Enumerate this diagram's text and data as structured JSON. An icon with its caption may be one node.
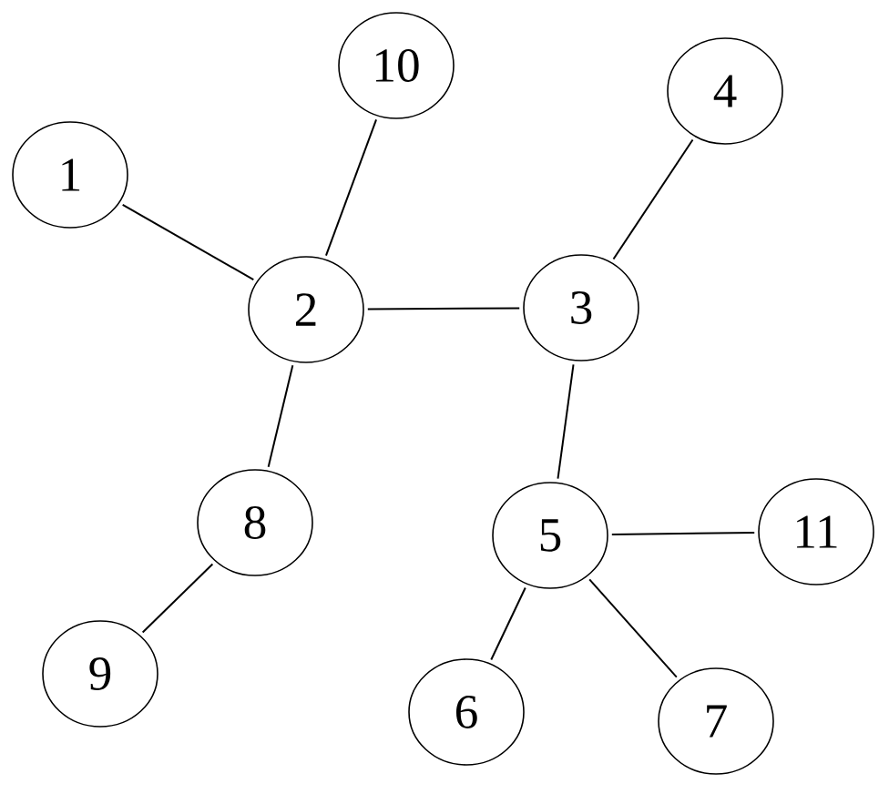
{
  "diagram": {
    "nodes": [
      {
        "text": [
          "10"
        ]
      },
      {
        "text": [
          "4"
        ]
      },
      {
        "text": [
          "1"
        ]
      },
      {
        "text": [
          "2"
        ]
      },
      {
        "text": [
          "3"
        ]
      },
      {
        "text": [
          "8"
        ]
      },
      {
        "text": [
          "5"
        ]
      },
      {
        "text": [
          "11"
        ]
      },
      {
        "text": [
          "9"
        ]
      },
      {
        "text": [
          "6"
        ]
      },
      {
        "text": [
          "7"
        ]
      }
    ],
    "edges": [
      {
        "from": 2,
        "to": 3,
        "arrow": "none"
      },
      {
        "from": 0,
        "to": 3,
        "arrow": "none"
      },
      {
        "from": 3,
        "to": 4,
        "arrow": "none"
      },
      {
        "from": 1,
        "to": 4,
        "arrow": "none"
      },
      {
        "from": 3,
        "to": 5,
        "arrow": "none"
      },
      {
        "from": 4,
        "to": 6,
        "arrow": "none"
      },
      {
        "from": 5,
        "to": 8,
        "arrow": "none"
      },
      {
        "from": 6,
        "to": 7,
        "arrow": "none"
      },
      {
        "from": 6,
        "to": 9,
        "arrow": "none"
      },
      {
        "from": 6,
        "to": 10,
        "arrow": "none"
      }
    ]
  }
}
